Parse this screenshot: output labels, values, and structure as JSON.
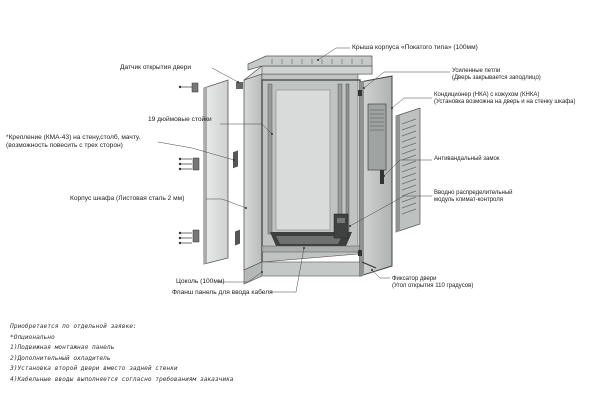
{
  "labels": {
    "roof": "Крыша корпуса «Покатого типа» (100мм)",
    "door_sensor": "Датчик открытия двери",
    "hinges": "Усиленные петли\n(Дверь закрывается заподлицо)",
    "conditioner": "Кондиционер (НКА) с кожухом (КНКА)\n(Установка возможна на дверь и на стенку шкафа)",
    "racks": "19 дюймовые стойки",
    "mount": "*Крепление (КМА-43) на стену,столб, мачту.\n(возможность повесить с трех сторон)",
    "lock": "Антивандальный замок",
    "climate": "Вводно распределительный\nмодуль климат-контроля",
    "body": "Корпус шкафа (Листовая сталь 2 мм)",
    "plinth": "Цоколь (100мм)",
    "door_lock": "Фиксатор двери\n(Угол открытия 110 градусов)",
    "flange": "Фланш панель для ввода кабеля"
  },
  "notes": {
    "title": "Приобретается по отдельной заявке:",
    "items": [
      "*Опционально",
      "1)Подвижная монтажная панель",
      "2)Дополнительный охладитель",
      "3)Установка второй двери вместо задней стенки",
      "4)Кабельные вводы выполняется согласно требованиям заказчика"
    ]
  },
  "colors": {
    "metal": "#c9cccb",
    "metal_dark": "#8f9392",
    "metal_light": "#e4e6e5",
    "interior": "#b7bbba",
    "outline": "#4a4d4c",
    "leader": "#444444"
  }
}
